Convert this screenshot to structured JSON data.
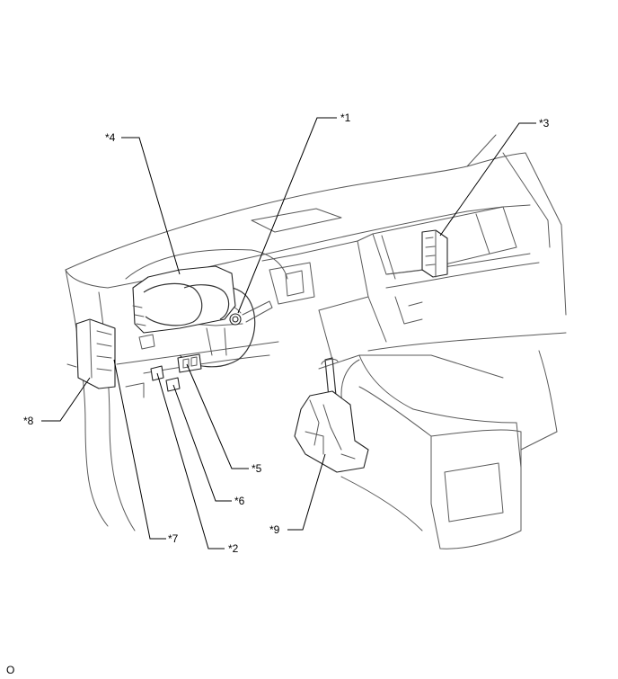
{
  "callouts": [
    {
      "id": "1",
      "label": "*1"
    },
    {
      "id": "2",
      "label": "*2"
    },
    {
      "id": "3",
      "label": "*3"
    },
    {
      "id": "4",
      "label": "*4"
    },
    {
      "id": "5",
      "label": "*5"
    },
    {
      "id": "6",
      "label": "*6"
    },
    {
      "id": "7",
      "label": "*7"
    },
    {
      "id": "8",
      "label": "*8"
    },
    {
      "id": "9",
      "label": "*9"
    }
  ],
  "footer": {
    "code": "O"
  }
}
